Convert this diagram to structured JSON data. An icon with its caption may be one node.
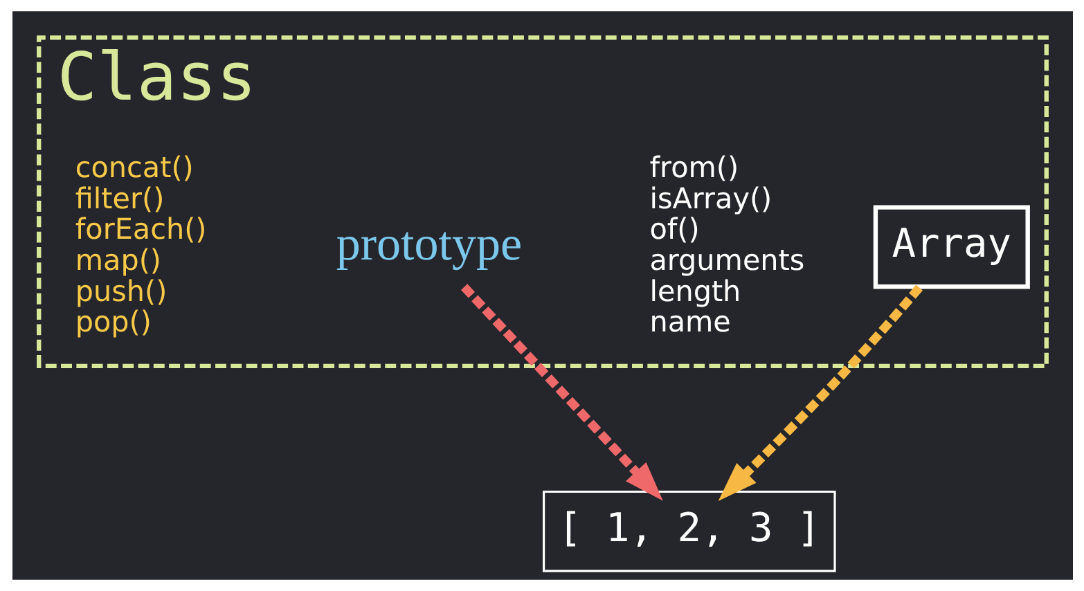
{
  "diagram": {
    "nodes": [
      {
        "text": [
          "Class"
        ]
      },
      {
        "text": [
          "Array"
        ],
        "in": 0
      },
      {
        "text": [
          "from()",
          "isArray()",
          "of()",
          "arguments",
          "length",
          "name"
        ],
        "in": 0
      },
      {
        "text": [
          "prototype"
        ],
        "in": 0
      },
      {
        "text": [
          "concat()",
          "filter()",
          "forEach()",
          "map()",
          "push()",
          "pop()"
        ],
        "in": 0
      },
      {
        "text": [
          "[ 1, 2, 3 ]"
        ]
      }
    ],
    "edges": [
      {
        "from": 1,
        "to": 5,
        "arrow": "to",
        "style": "dashed",
        "color": "#f7b844"
      },
      {
        "from": 3,
        "to": 5,
        "arrow": "to",
        "style": "dashed",
        "color": "#f0696a"
      }
    ]
  }
}
